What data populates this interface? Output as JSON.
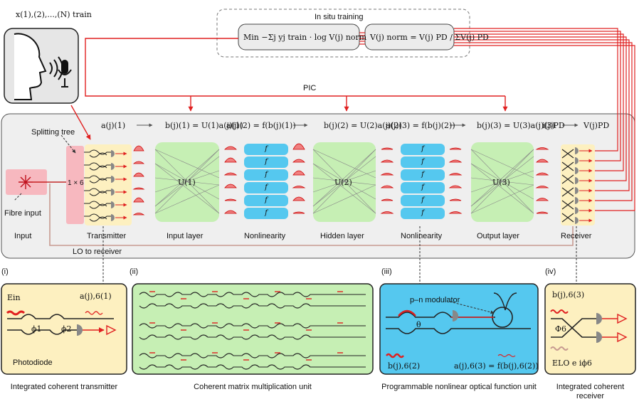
{
  "labels": {
    "train_input": "x(1),(2),...,(N) train",
    "in_situ_training": "In situ training",
    "loss_formula": "Min −Σj yj train · log V(j) norm",
    "norm_formula": "V(j) norm = V(j) PD / ΣV(j) PD",
    "pic": "PIC",
    "splitting_tree": "Splitting tree",
    "splitter": "1 × 6",
    "fibre_input": "Fibre input",
    "lo_to_receiver": "LO to receiver"
  },
  "equations": {
    "a1": "a(j)(1)",
    "b1": "b(j)(1) = U(1)a(j)(1)",
    "a2": "a(j)(2) = f(b(j)(1))",
    "b2": "b(j)(2) = U(2)a(j)(2)",
    "a3": "a(j)(3) = f(b(j)(2))",
    "b3": "b(j)(3) = U(3)a(j)(3)",
    "ipd": "i(j)PD",
    "vpd": "V(j)PD"
  },
  "matrices": {
    "u1": "U(1)",
    "u2": "U(2)",
    "u3": "U(3)"
  },
  "nonlinear_symbol": "f",
  "stages": [
    "Input",
    "Transmitter",
    "Input layer",
    "Nonlinearity",
    "Hidden layer",
    "Nonlinearity",
    "Output layer",
    "Receiver"
  ],
  "panels": {
    "i": {
      "tag": "(i)",
      "e_in": "Ein",
      "a_out": "a(j),6(1)",
      "phi1": "ϕ1",
      "phi2": "ϕ2",
      "photodiode": "Photodiode",
      "caption": "Integrated coherent transmitter"
    },
    "ii": {
      "tag": "(ii)",
      "caption": "Coherent matrix multiplication unit"
    },
    "iii": {
      "tag": "(iii)",
      "modulator": "p–n modulator",
      "theta": "θ",
      "b_in": "b(j),6(2)",
      "a_out": "a(j),6(3) = f(b(j),6(2))",
      "caption": "Programmable nonlinear optical function unit"
    },
    "iv": {
      "tag": "(iv)",
      "b_in": "b(j),6(3)",
      "phi6": "Φ6",
      "elo": "ELO e iϕ6",
      "caption": "Integrated coherent receiver"
    }
  },
  "colors": {
    "signal_red": "#e02020",
    "transmitter_yellow": "#fdf0c0",
    "matrix_green": "#c6efb4",
    "nonlinear_blue": "#55c8ef",
    "splitter_pink": "#f7b8bf",
    "panel_grey": "#efefef"
  }
}
